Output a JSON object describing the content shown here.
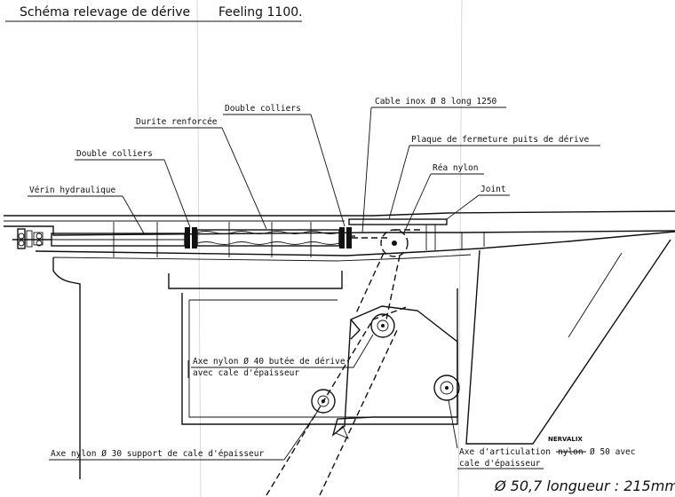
{
  "title": {
    "main": "Schéma relevage de dérive",
    "model": "Feeling 1100."
  },
  "labels": {
    "cable": "Cable inox Ø 8 long 1250",
    "double_colliers_top": "Double colliers",
    "durite": "Durite renforcée",
    "plaque": "Plaque de fermeture puits de dérive",
    "double_colliers_left": "Double colliers",
    "rea": "Réa nylon",
    "verin": "Vérin hydraulique",
    "joint": "Joint",
    "axe40_line1": "Axe nylon Ø 40 butée de dérive",
    "axe40_line2": "avec cale d'épaisseur",
    "axe30": "Axe nylon Ø 30 support de cale d'épaisseur",
    "axe50_line1_a": "Axe d'articulation",
    "axe50_struck": "nylon",
    "axe50_line1_b": "Ø 50 avec",
    "axe50_line2": "cale d'épaisseur",
    "axe50_correction": "NERVALIX"
  },
  "footer_note": "Ø 50,7 longueur : 215mm"
}
